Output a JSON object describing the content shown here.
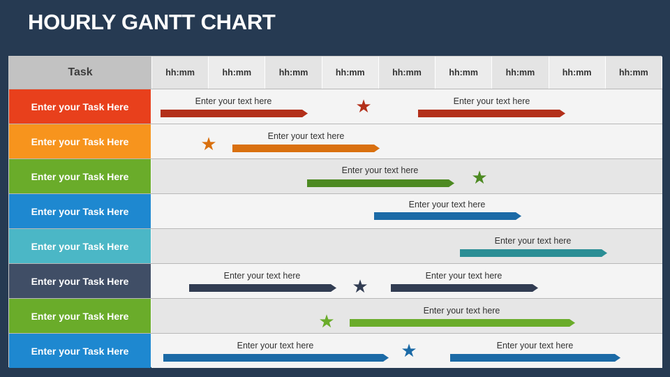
{
  "title": "HOURLY GANTT CHART",
  "header": {
    "task_label": "Task",
    "hours": [
      "hh:mm",
      "hh:mm",
      "hh:mm",
      "hh:mm",
      "hh:mm",
      "hh:mm",
      "hh:mm",
      "hh:mm",
      "hh:mm"
    ]
  },
  "rows": [
    {
      "label": "Enter your Task Here",
      "color": "#e8401c"
    },
    {
      "label": "Enter your Task Here",
      "color": "#f7941d"
    },
    {
      "label": "Enter your Task Here",
      "color": "#6aac2a"
    },
    {
      "label": "Enter your Task Here",
      "color": "#1e88d0"
    },
    {
      "label": "Enter your Task Here",
      "color": "#4bb7c6"
    },
    {
      "label": "Enter your Task Here",
      "color": "#404e66"
    },
    {
      "label": "Enter your Task Here",
      "color": "#6aac2a"
    },
    {
      "label": "Enter your Task Here",
      "color": "#1e88d0"
    }
  ],
  "bars": [
    {
      "text": "Enter your text here",
      "color": "#b3301a"
    },
    {
      "text": "Enter your text here",
      "color": "#b3301a"
    },
    {
      "text": "Enter your text here",
      "color": "#d9700f"
    },
    {
      "text": "Enter your text here",
      "color": "#4d8a22"
    },
    {
      "text": "Enter your text here",
      "color": "#1b6aa6"
    },
    {
      "text": "Enter your text here",
      "color": "#2b8e95"
    },
    {
      "text": "Enter your text here",
      "color": "#313c52"
    },
    {
      "text": "Enter your text here",
      "color": "#313c52"
    },
    {
      "text": "Enter your text here",
      "color": "#6aac2a"
    },
    {
      "text": "Enter your text here",
      "color": "#1b6aa6"
    },
    {
      "text": "Enter your text here",
      "color": "#1b6aa6"
    }
  ],
  "stars": [
    {
      "color": "#b3301a"
    },
    {
      "color": "#d9700f"
    },
    {
      "color": "#4d8a22"
    },
    {
      "color": "#313c52"
    },
    {
      "color": "#6aac2a"
    },
    {
      "color": "#1b6aa6"
    }
  ]
}
